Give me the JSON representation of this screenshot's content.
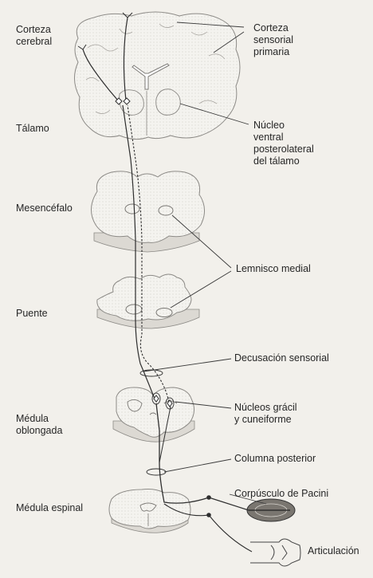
{
  "labels": {
    "corteza_cerebral": "Corteza\ncerebral",
    "corteza_sensorial_primaria": "Corteza\nsensorial\nprimaria",
    "talamo": "Tálamo",
    "nucleo_vpl": "Núcleo\nventral\nposterolateral\ndel tálamo",
    "mesencefalo": "Mesencéfalo",
    "lemnisco_medial": "Lemnisco medial",
    "puente": "Puente",
    "decusacion_sensorial": "Decusación sensorial",
    "medula_oblongada": "Médula\noblongada",
    "nucleos_gracil_cuneiforme": "Núcleos grácil\ny cuneiforme",
    "columna_posterior": "Columna posterior",
    "corpusculo_pacini": "Corpúsculo de Pacini",
    "medula_espinal": "Médula espinal",
    "articulacion": "Articulación"
  }
}
